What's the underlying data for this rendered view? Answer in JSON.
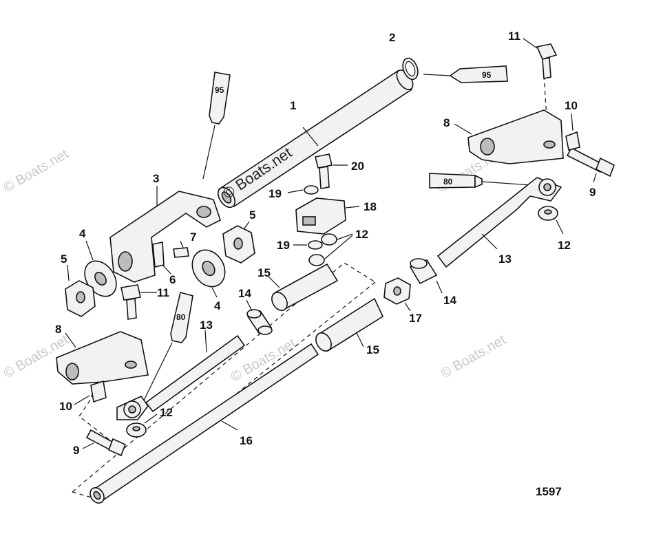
{
  "callouts": [
    {
      "id": "c1",
      "text": "1"
    },
    {
      "id": "c2",
      "text": "2"
    },
    {
      "id": "c3",
      "text": "3"
    },
    {
      "id": "c4a",
      "text": "4"
    },
    {
      "id": "c4b",
      "text": "4"
    },
    {
      "id": "c5a",
      "text": "5"
    },
    {
      "id": "c5b",
      "text": "5"
    },
    {
      "id": "c6",
      "text": "6"
    },
    {
      "id": "c7",
      "text": "7"
    },
    {
      "id": "c8a",
      "text": "8"
    },
    {
      "id": "c8b",
      "text": "8"
    },
    {
      "id": "c9a",
      "text": "9"
    },
    {
      "id": "c9b",
      "text": "9"
    },
    {
      "id": "c10a",
      "text": "10"
    },
    {
      "id": "c10b",
      "text": "10"
    },
    {
      "id": "c11a",
      "text": "11"
    },
    {
      "id": "c11b",
      "text": "11"
    },
    {
      "id": "c12a",
      "text": "12"
    },
    {
      "id": "c12b",
      "text": "12"
    },
    {
      "id": "c12c",
      "text": "12"
    },
    {
      "id": "c13a",
      "text": "13"
    },
    {
      "id": "c13b",
      "text": "13"
    },
    {
      "id": "c14a",
      "text": "14"
    },
    {
      "id": "c14b",
      "text": "14"
    },
    {
      "id": "c15a",
      "text": "15"
    },
    {
      "id": "c15b",
      "text": "15"
    },
    {
      "id": "c16",
      "text": "16"
    },
    {
      "id": "c17",
      "text": "17"
    },
    {
      "id": "c18",
      "text": "18"
    },
    {
      "id": "c19a",
      "text": "19"
    },
    {
      "id": "c19b",
      "text": "19"
    },
    {
      "id": "c20",
      "text": "20"
    }
  ],
  "tubes": {
    "top_left": "95",
    "top_right": "95",
    "mid_right": "80",
    "mid_left": "80"
  },
  "watermark_main": "© Boats.net",
  "watermark_faint": "© Boats.net",
  "figure_number": "1597"
}
